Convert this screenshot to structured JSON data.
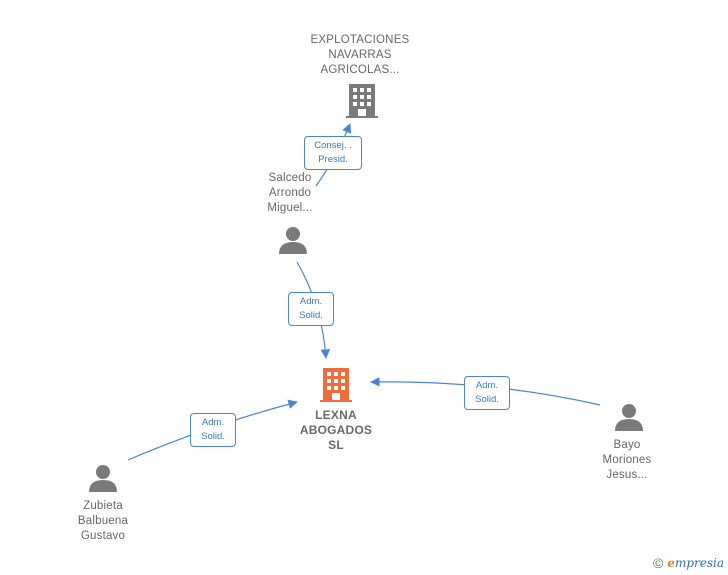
{
  "nodes": {
    "explotaciones": {
      "lines": [
        "EXPLOTACIONES",
        "NAVARRAS",
        "AGRICOLAS..."
      ],
      "icon": "building-icon",
      "color": "#7a7a7a"
    },
    "salcedo": {
      "lines": [
        "Salcedo",
        "Arrondo",
        "Miguel..."
      ],
      "icon": "person-icon",
      "color": "#7a7a7a"
    },
    "lexna": {
      "lines": [
        "LEXNA",
        "ABOGADOS",
        "SL"
      ],
      "icon": "building-icon",
      "color": "#f26b3a"
    },
    "zubieta": {
      "lines": [
        "Zubieta",
        "Balbuena",
        "Gustavo"
      ],
      "icon": "person-icon",
      "color": "#7a7a7a"
    },
    "bayo": {
      "lines": [
        "Bayo",
        "Moriones",
        "Jesus..."
      ],
      "icon": "person-icon",
      "color": "#7a7a7a"
    }
  },
  "edges": [
    {
      "from": "salcedo",
      "to": "explotaciones",
      "label": [
        "Consej. .",
        "Presid."
      ]
    },
    {
      "from": "salcedo",
      "to": "lexna",
      "label": [
        "Adm.",
        "Solid."
      ]
    },
    {
      "from": "zubieta",
      "to": "lexna",
      "label": [
        "Adm.",
        "Solid."
      ]
    },
    {
      "from": "bayo",
      "to": "lexna",
      "label": [
        "Adm.",
        "Solid."
      ]
    }
  ],
  "colors": {
    "edge": "#4a86cf"
  },
  "watermark": {
    "copyright": "©",
    "brand_initial": "e",
    "brand_rest": "mpresia"
  }
}
